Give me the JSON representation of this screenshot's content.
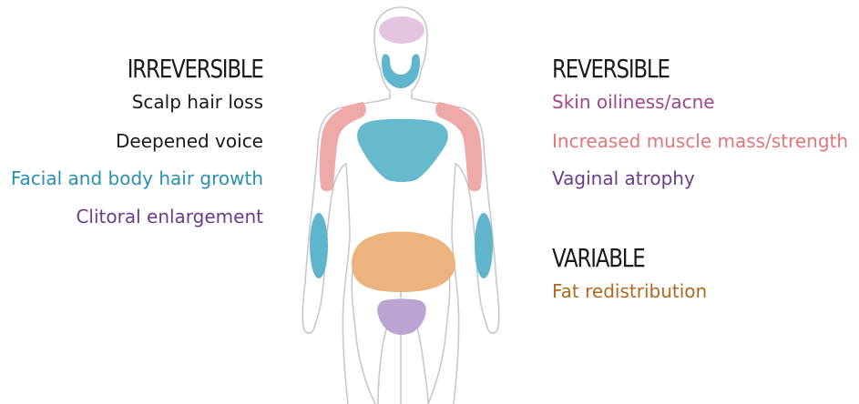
{
  "irreversible": {
    "title": "IRREVERSIBLE",
    "items": [
      {
        "label": "Scalp hair loss",
        "color": "#1a1a1a"
      },
      {
        "label": "Deepened voice",
        "color": "#1a1a1a"
      },
      {
        "label": "Facial and body hair growth",
        "color": "#2a8fb0"
      },
      {
        "label": "Clitoral enlargement",
        "color": "#6a3d8a"
      }
    ]
  },
  "reversible": {
    "title": "REVERSIBLE",
    "items": [
      {
        "label": "Skin oiliness/acne",
        "color": "#a0468c"
      },
      {
        "label": "Increased muscle mass/strength",
        "color": "#e0767a"
      },
      {
        "label": "Vaginal atrophy",
        "color": "#6a3d8a"
      }
    ]
  },
  "variable": {
    "title": "VARIABLE",
    "items": [
      {
        "label": "Fat redistribution",
        "color": "#b06a1e"
      }
    ]
  },
  "body_regions": {
    "scalp": "#e3c5df",
    "face": "#5fb6cc",
    "shoulders": "#eeaaa8",
    "chest": "#67bacd",
    "arms": "#5fb6cc",
    "abdomen": "#ebb37e",
    "pelvis": "#b9a4d2",
    "outline": "#c8c8c8"
  }
}
